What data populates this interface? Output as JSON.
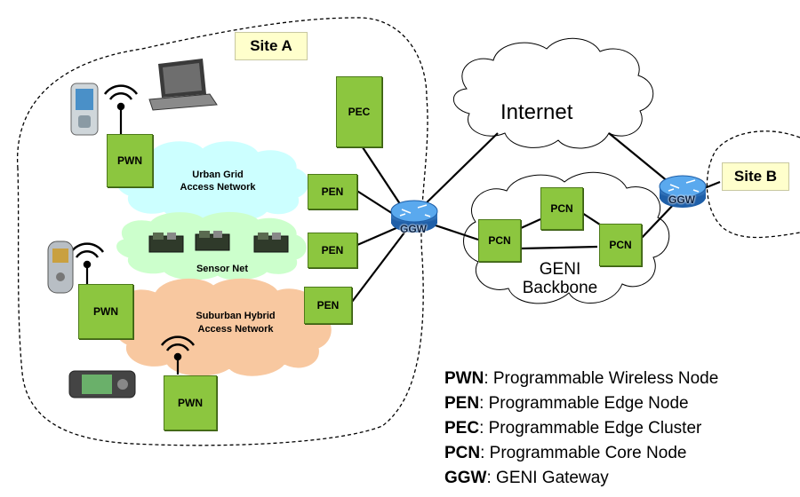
{
  "site_a": {
    "label": "Site A"
  },
  "site_b": {
    "label": "Site B"
  },
  "clouds": {
    "internet": "Internet",
    "backbone_line1": "GENI",
    "backbone_line2": "Backbone",
    "urban_line1": "Urban Grid",
    "urban_line2": "Access Network",
    "sensor": "Sensor Net",
    "suburban_line1": "Suburban Hybrid",
    "suburban_line2": "Access Network"
  },
  "nodes": {
    "pec": "PEC",
    "pen_1": "PEN",
    "pen_2": "PEN",
    "pen_3": "PEN",
    "pwn_1": "PWN",
    "pwn_2": "PWN",
    "pwn_3": "PWN",
    "pcn_top": "PCN",
    "pcn_left": "PCN",
    "pcn_right": "PCN",
    "ggw_a": "GGW",
    "ggw_b": "GGW"
  },
  "legend": [
    {
      "abbr": "PWN",
      "desc": ": Programmable Wireless Node"
    },
    {
      "abbr": "PEN",
      "desc": ": Programmable Edge Node"
    },
    {
      "abbr": "PEC",
      "desc": ": Programmable Edge Cluster"
    },
    {
      "abbr": "PCN",
      "desc": ": Programmable Core Node"
    },
    {
      "abbr": "GGW",
      "desc": ": GENI Gateway"
    }
  ],
  "colors": {
    "node_green": "#8cc63f",
    "urban_cloud": "#ccffff",
    "sensor_cloud": "#ccffcc",
    "suburban_cloud": "#f8c8a0",
    "site_label_bg": "#ffffcc",
    "router_blue": "#2a7fd4"
  }
}
